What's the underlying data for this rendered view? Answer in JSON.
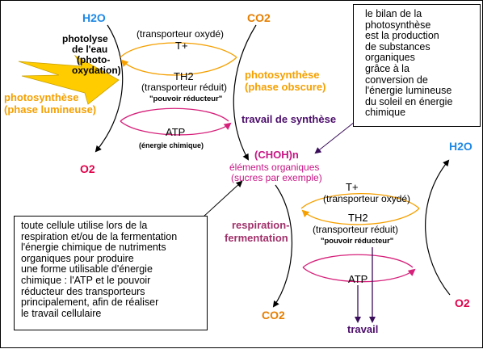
{
  "colors": {
    "water": "#1e88e5",
    "co2": "#e67e00",
    "o2": "#e0004a",
    "phase_orange": "#f5a000",
    "synthesis_purple": "#4b0d6a",
    "magenta": "#c71585",
    "resp_label": "#a0306a",
    "arrow_orange": "#f5a000",
    "arrow_magenta": "#d6207a",
    "arrow_dark": "#3a0d5a",
    "arrow_black": "#000000",
    "star": "#ffcc00",
    "text": "#000000"
  },
  "top_cycle": {
    "h2o": "H2O",
    "co2": "CO2",
    "o2": "O2",
    "photolyse_lines": [
      "photolyse",
      "de l'eau",
      "(photo-",
      "oxydation)"
    ],
    "phase_lumineuse_lines": [
      "photosynthèse",
      "(phase lumineuse)"
    ],
    "phase_obscure_lines": [
      "photosynthèse",
      "(phase obscure)"
    ],
    "transporteur_oxyde": "(transporteur oxydé)",
    "t_plus": "T+",
    "th2": "TH2",
    "transporteur_reduit": "(transporteur réduit)",
    "pouvoir_reducteur": "\"pouvoir réducteur\"",
    "atp": "ATP",
    "energie_chimique": "(énergie chimique)",
    "travail_synthese": "travail de synthèse"
  },
  "middle": {
    "choh": "(CHOH)n",
    "elements": "éléments organiques",
    "sucres": "(sucres par exemple)"
  },
  "bottom_cycle": {
    "h2o": "H2O",
    "co2": "CO2",
    "o2": "O2",
    "respiration_lines": [
      "respiration-",
      "fermentation"
    ],
    "t_plus": "T+",
    "transporteur_oxyde": "(transporteur oxydé)",
    "th2": "TH2",
    "transporteur_reduit": "(transporteur réduit)",
    "pouvoir_reducteur": "\"pouvoir réducteur\"",
    "atp": "ATP",
    "travail": "travail"
  },
  "bilan_box": {
    "lines": [
      "le bilan de la",
      "photosynthèse",
      "est  la production",
      "de substances",
      "organiques",
      "grâce à la",
      "conversion de",
      "l'énergie lumineuse",
      "du soleil en énergie",
      "chimique"
    ]
  },
  "cellule_box": {
    "lines": [
      "toute cellule utilise lors de la",
      "respiration et/ou de la fermentation",
      "l'énergie chimique de nutriments",
      "organiques pour produire",
      "une forme utilisable d'énergie",
      "chimique : l'ATP et le pouvoir",
      "réducteur des transporteurs",
      "principalement, afin de réaliser",
      "le travail cellulaire"
    ]
  }
}
